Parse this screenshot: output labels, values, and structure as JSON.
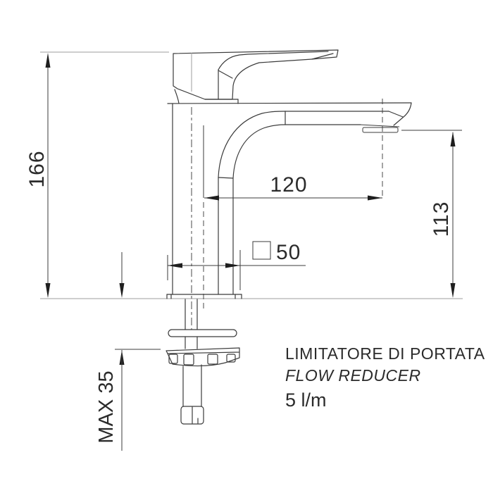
{
  "drawing": {
    "type": "faucet-basin-mixer-technical-drawing",
    "dimensions": {
      "total_height": "166",
      "spout_projection": "120",
      "outlet_height": "113",
      "body_size": "50",
      "max_mounting_thickness": "MAX 35"
    },
    "notes": {
      "line1_it": "LIMITATORE DI PORTATA",
      "line2_en": "FLOW REDUCER",
      "line3_rate": "5 l/m"
    },
    "colors": {
      "line": "#3b3b3b",
      "light_line": "#9e9e9e",
      "text": "#2b2b2b",
      "background": "#ffffff"
    }
  }
}
